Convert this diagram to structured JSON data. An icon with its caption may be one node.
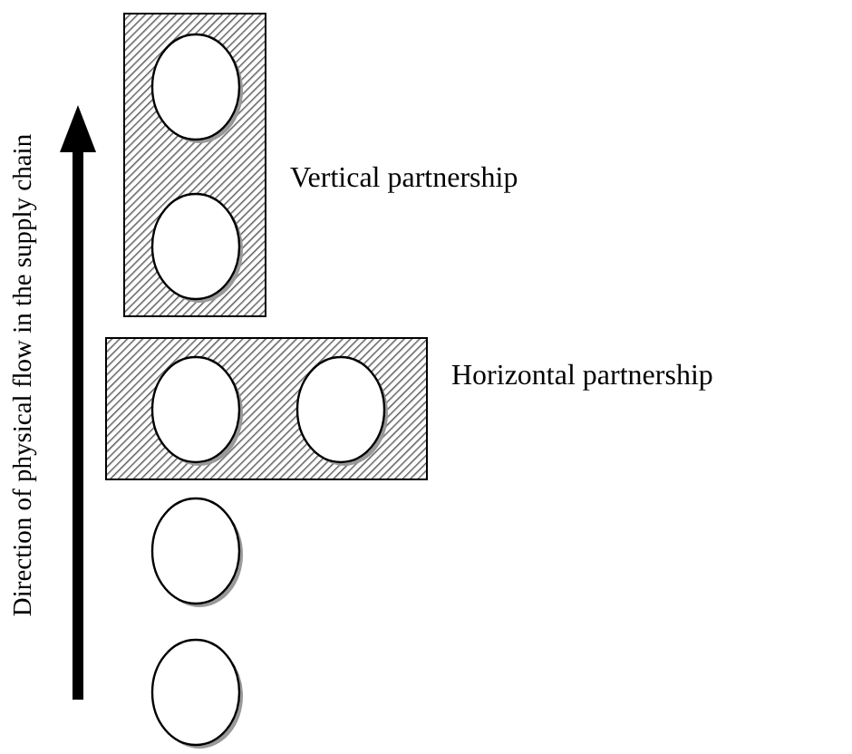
{
  "diagram": {
    "nodes": [
      {
        "text": [],
        "shape": "box",
        "beside": [
          "Vertical partnership"
        ]
      },
      {
        "text": [],
        "shape": "circle",
        "in": 0
      },
      {
        "text": [],
        "shape": "circle",
        "in": 0
      },
      {
        "text": [],
        "shape": "box",
        "beside": [
          "Horizontal partnership"
        ]
      },
      {
        "text": [],
        "shape": "circle",
        "in": 3
      },
      {
        "text": [],
        "shape": "circle",
        "in": 3
      },
      {
        "text": [],
        "shape": "circle"
      },
      {
        "text": [],
        "shape": "circle"
      }
    ],
    "labels": [
      "Direction of physical flow in the supply chain"
    ]
  }
}
